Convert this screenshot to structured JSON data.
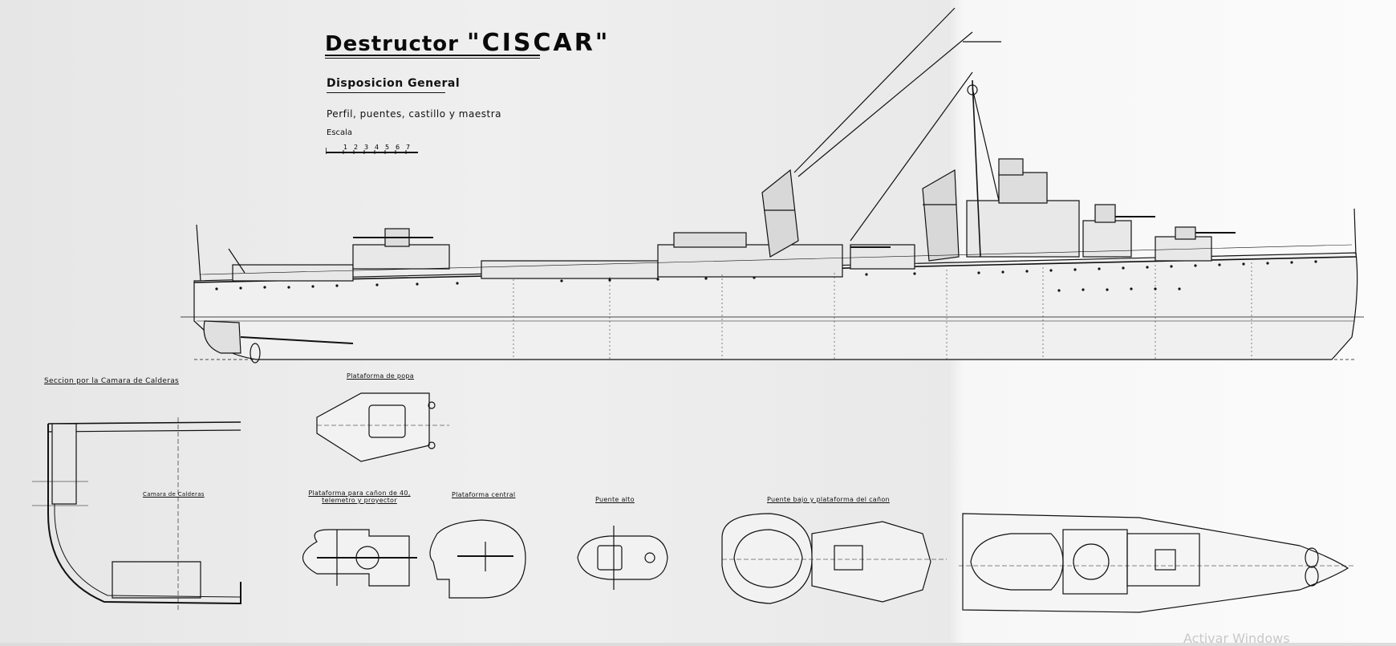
{
  "drawing": {
    "title_prefix": "Destructor",
    "title_name": "\"CISCAR\"",
    "subtitle": "Disposicion General",
    "subsubtitle": "Perfil, puentes, castillo y maestra",
    "scale_label": "Escala",
    "scale_marks": [
      "1",
      "2",
      "3",
      "4",
      "5",
      "6",
      "7"
    ]
  },
  "views": {
    "section": "Seccion por la Camara de Calderas",
    "section_inner": "Camara de Calderas",
    "stern_platform": "Plataforma de popa",
    "gun_platform": "Plataforma para cañon de 40, telemetro y proyector",
    "central_platform": "Plataforma central",
    "upper_bridge": "Puente alto",
    "lower_bridge": "Puente bajo y plataforma del cañon"
  },
  "watermark": "Activar Windows",
  "colors": {
    "ink": "#111111",
    "paper_left": "#e6e6e6",
    "paper_right": "#fbfbfb"
  }
}
